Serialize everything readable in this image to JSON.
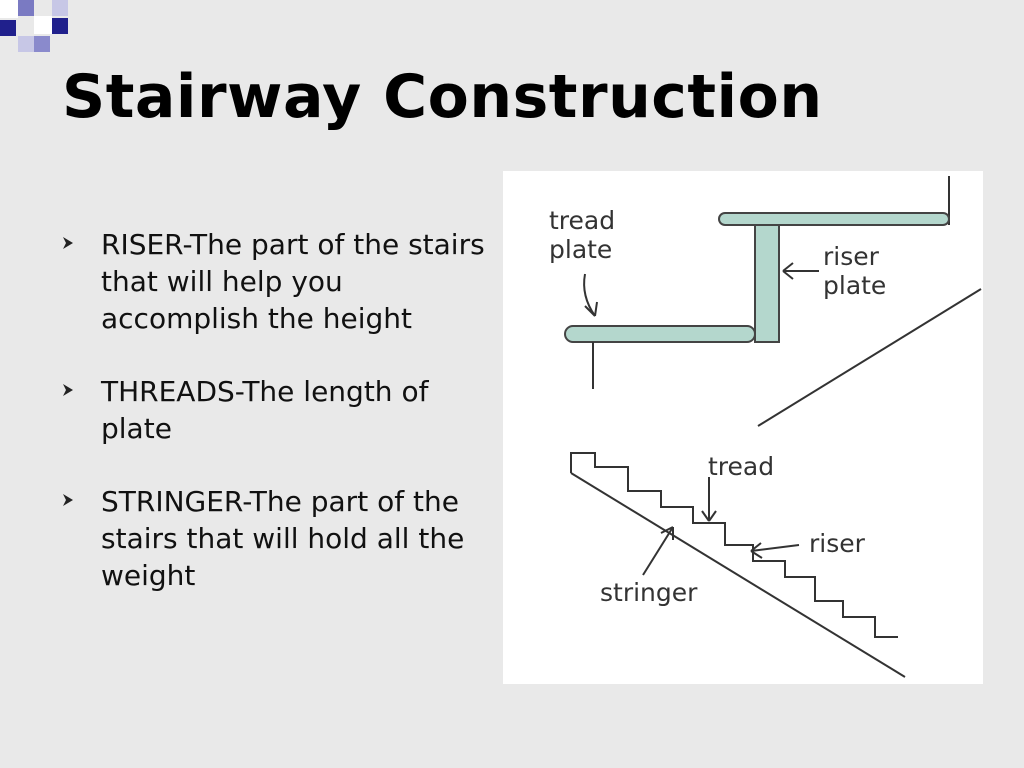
{
  "slide": {
    "title": "Stairway Construction",
    "accent_colors": [
      "#1f1f8a",
      "#8a8acc",
      "#ffffff"
    ]
  },
  "bullets": [
    {
      "text": "RISER-The part of the stairs that will help you accomplish the height"
    },
    {
      "text": "THREADS-The length of plate"
    },
    {
      "text": "STRINGER-The part of the stairs that will hold all the weight"
    }
  ],
  "figure": {
    "top_labels": {
      "tread_line1": "tread",
      "tread_line2": "plate",
      "riser_line1": "riser",
      "riser_line2": "plate"
    },
    "bottom_labels": {
      "tread": "tread",
      "riser": "riser",
      "stringer": "stringer"
    },
    "plate_color": "#b4d7cd"
  }
}
